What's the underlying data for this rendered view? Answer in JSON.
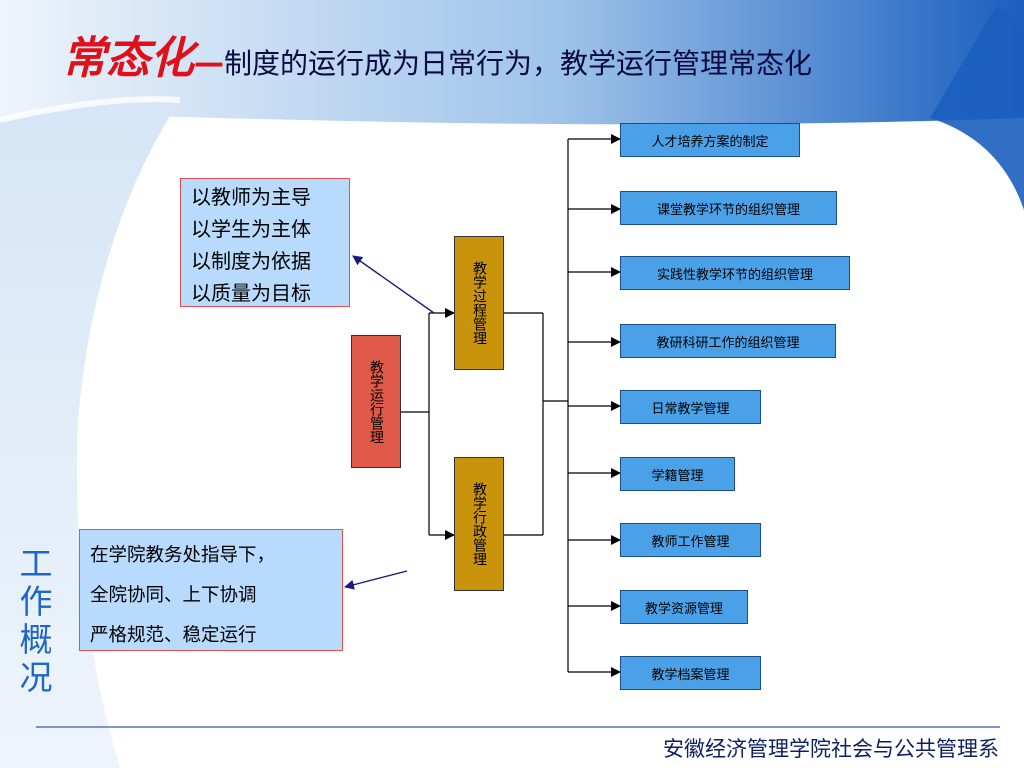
{
  "title": {
    "emphasis": "常态化",
    "dash": "—",
    "rest": "制度的运行成为日常行为，教学运行管理常态化"
  },
  "side_label": [
    "工",
    "作",
    "概",
    "况"
  ],
  "principles": [
    "以教师为主导",
    "以学生为主体",
    "以制度为依据",
    "以质量为目标"
  ],
  "guidance": [
    "在学院教务处指导下，",
    "全院协同、上下协调",
    "严格规范、稳定运行"
  ],
  "nodes": {
    "root": "教学运行管理",
    "process": "教学过程管理",
    "admin": "教学行政管理"
  },
  "items": [
    "人才培养方案的制定",
    "课堂教学环节的组织管理",
    "实践性教学环节的组织管理",
    "教研科研工作的组织管理",
    "日常教学管理",
    "学籍管理",
    "教师工作管理",
    "教学资源管理",
    "教学档案管理"
  ],
  "footer": "安徽经济管理学院社会与公共管理系",
  "colors": {
    "title_emphasis": "#e0101a",
    "side_label": "#1f67c7",
    "root_box": "#e05a4a",
    "sub_box": "#c9930c",
    "item_box": "#4ba1e8",
    "text_box": "#b8dafc"
  }
}
